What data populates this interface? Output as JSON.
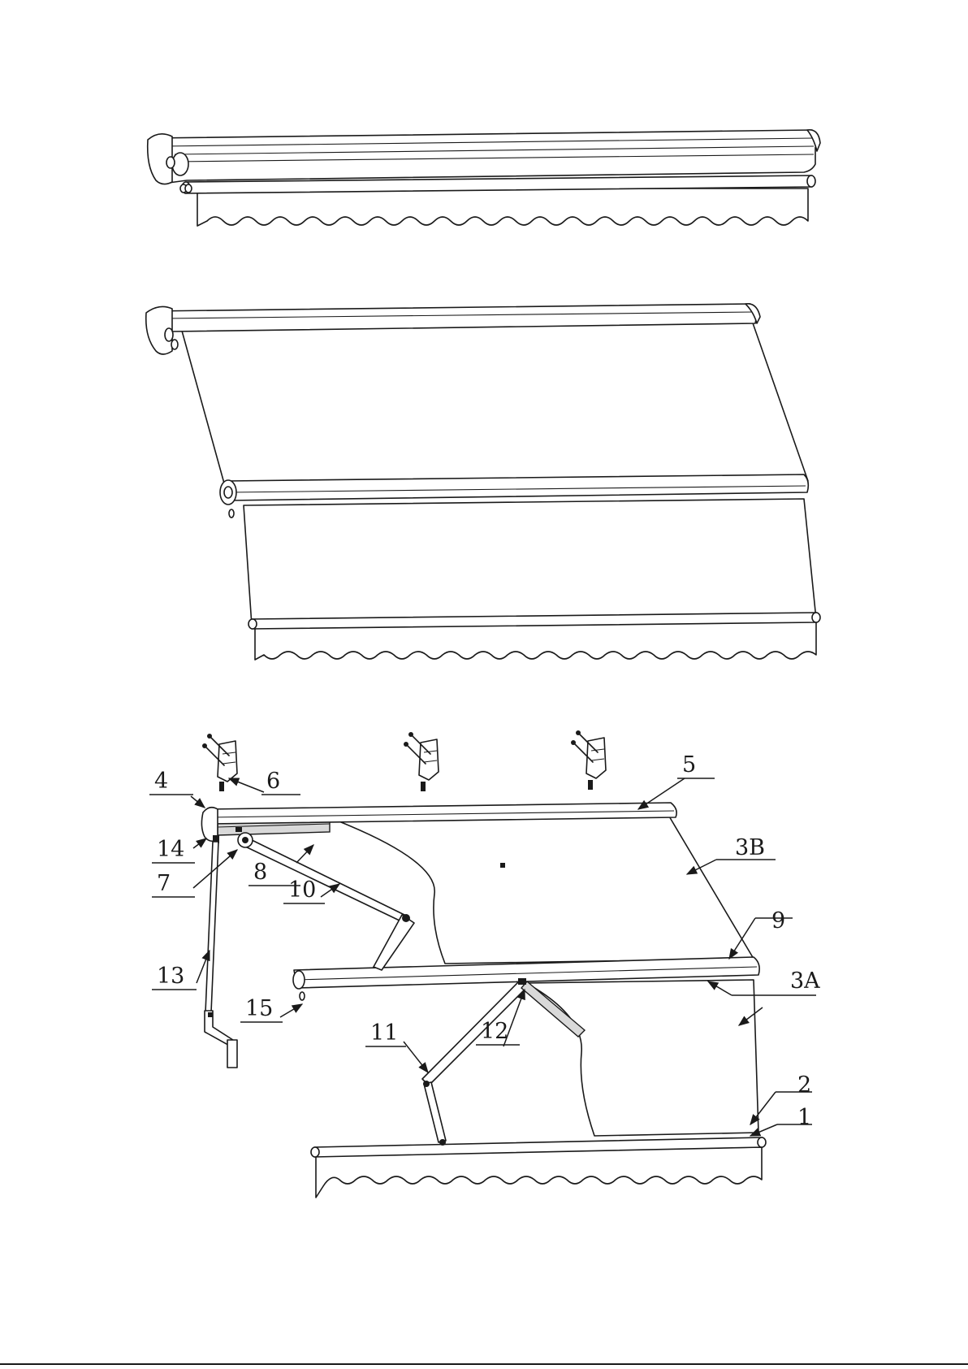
{
  "labels": [
    {
      "id": "1",
      "text": "1"
    },
    {
      "id": "2",
      "text": "2"
    },
    {
      "id": "3A",
      "text": "3A"
    },
    {
      "id": "3B",
      "text": "3B"
    },
    {
      "id": "4",
      "text": "4"
    },
    {
      "id": "5",
      "text": "5"
    },
    {
      "id": "6",
      "text": "6"
    },
    {
      "id": "7",
      "text": "7"
    },
    {
      "id": "8",
      "text": "8"
    },
    {
      "id": "9",
      "text": "9"
    },
    {
      "id": "10",
      "text": "10"
    },
    {
      "id": "11",
      "text": "11"
    },
    {
      "id": "12",
      "text": "12"
    },
    {
      "id": "13",
      "text": "13"
    },
    {
      "id": "14",
      "text": "14"
    },
    {
      "id": "15",
      "text": "15"
    }
  ]
}
